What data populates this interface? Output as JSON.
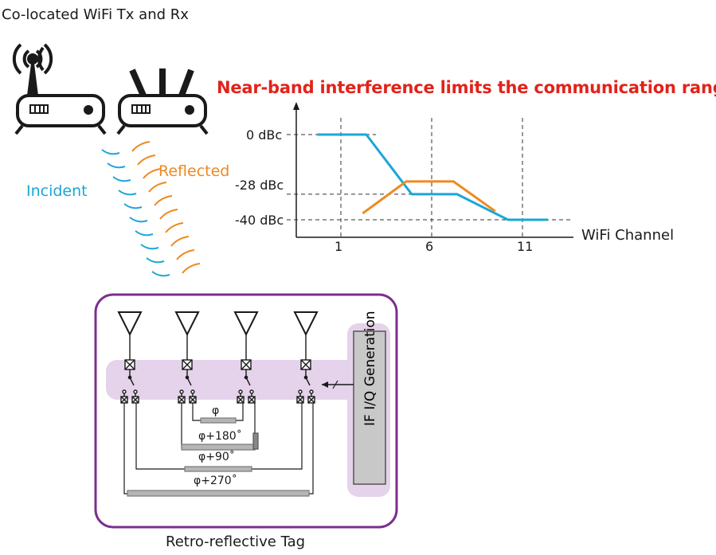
{
  "title": "Co-located WiFi Tx and Rx",
  "headline": "Near-band interference limits the communication rang",
  "labels": {
    "incident": "Incident",
    "reflected": "Reflected",
    "tag": "Retro-reflective Tag",
    "iq": "IF I/Q Generation"
  },
  "chart_data": {
    "type": "line",
    "xlabel": "WiFi Channel",
    "x_ticks": [
      "1",
      "6",
      "11"
    ],
    "y_ticks": [
      "0 dBc",
      "-28 dBc",
      "-40 dBc"
    ],
    "series": [
      {
        "color": "#1aa7d8",
        "x": [
          -0.3,
          2.4,
          4.9,
          7.4,
          10.2,
          12.4
        ],
        "y": [
          0,
          0,
          -28,
          -28,
          -40,
          -40
        ]
      },
      {
        "color": "#ee8a22",
        "x": [
          2.2,
          4.6,
          7.2,
          9.5
        ],
        "y": [
          -37,
          -22,
          -22,
          -36
        ]
      }
    ]
  },
  "phases": [
    "φ",
    "φ+180˚",
    "φ+90˚",
    "φ+270˚"
  ],
  "colors": {
    "incident": "#1aa7d8",
    "reflected": "#ee8a22",
    "headline": "#e2231a",
    "tag_border": "#7b2f8e",
    "highlight": "#e4d3ea"
  }
}
